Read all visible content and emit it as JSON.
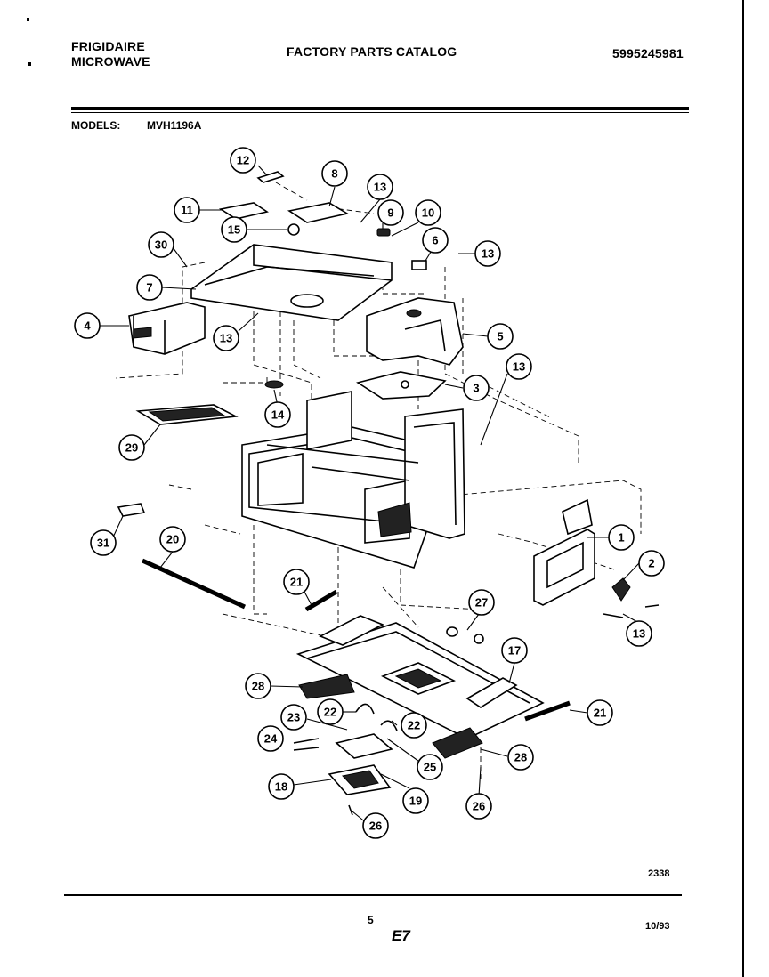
{
  "header": {
    "brand_line1": "FRIGIDAIRE",
    "brand_line2": "MICROWAVE",
    "catalog_title": "FACTORY PARTS CATALOG",
    "catalog_number": "5995245981"
  },
  "models": {
    "label": "MODELS:",
    "value": "MVH1196A"
  },
  "diagram": {
    "callouts": [
      "1",
      "2",
      "3",
      "4",
      "5",
      "6",
      "7",
      "8",
      "9",
      "10",
      "11",
      "12",
      "13",
      "14",
      "15",
      "17",
      "18",
      "19",
      "20",
      "21",
      "22",
      "23",
      "24",
      "25",
      "26",
      "27",
      "28",
      "29",
      "30",
      "31"
    ]
  },
  "footer": {
    "ref_code": "2338",
    "page_number": "5",
    "section_code": "E7",
    "date_code": "10/93"
  }
}
